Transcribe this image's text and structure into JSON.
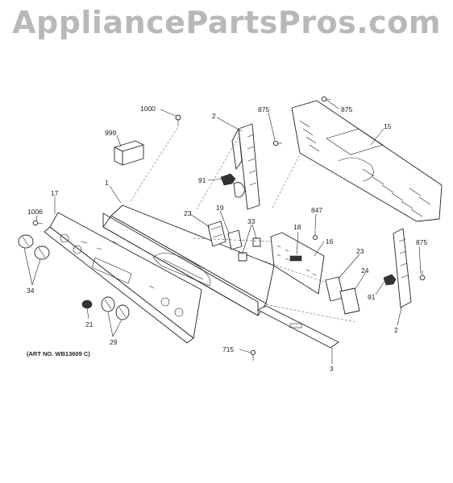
{
  "watermark": "AppliancePartsPros.com",
  "art_number": "(ART NO. WB13609 C)",
  "callouts": {
    "c1000": "1000",
    "c999": "999",
    "c2_top": "2",
    "c875_a": "875",
    "c875_b": "875",
    "c15": "15",
    "c91_top": "91",
    "c1": "1",
    "c17": "17",
    "c1006": "1006",
    "c23_left": "23",
    "c19": "19",
    "c33": "33",
    "c18": "18",
    "c847": "847",
    "c16": "16",
    "c875_c": "875",
    "c34": "34",
    "c23_right": "23",
    "c24": "24",
    "c91_right": "91",
    "c2_right": "2",
    "c21": "21",
    "c29": "29",
    "c715": "715",
    "c3": "3"
  }
}
